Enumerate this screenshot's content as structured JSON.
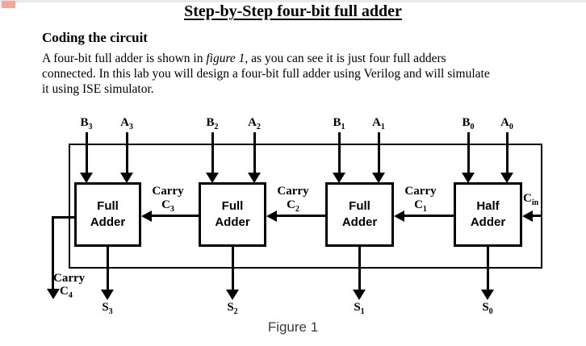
{
  "colors": {
    "ink": "#000000",
    "caption_text": "#3b3b3b",
    "page_background": "#ffffff",
    "top_border": "#e9e9e9",
    "corner_marker": "#f0a79d"
  },
  "page": {
    "title": "Step-by-Step four-bit full adder",
    "section_heading": "Coding the circuit",
    "paragraph_lines": [
      {
        "pre": "A four-bit full adder is shown in ",
        "italic": "figure 1,",
        "post": " as you can see it is just four full adders"
      },
      {
        "text": "connected. In this lab you will design a four-bit full adder using Verilog and will simulate"
      },
      {
        "text": "it using ISE simulator."
      }
    ],
    "figure_caption": "Figure 1"
  },
  "diagram": {
    "inputs": [
      {
        "base": "B",
        "sub": "3"
      },
      {
        "base": "A",
        "sub": "3"
      },
      {
        "base": "B",
        "sub": "2"
      },
      {
        "base": "A",
        "sub": "2"
      },
      {
        "base": "B",
        "sub": "1"
      },
      {
        "base": "A",
        "sub": "1"
      },
      {
        "base": "B",
        "sub": "0"
      },
      {
        "base": "A",
        "sub": "0"
      }
    ],
    "blocks": [
      {
        "line1": "Full",
        "line2": "Adder"
      },
      {
        "line1": "Full",
        "line2": "Adder"
      },
      {
        "line1": "Full",
        "line2": "Adder"
      },
      {
        "line1": "Half",
        "line2": "Adder"
      }
    ],
    "carry_labels": [
      {
        "word": "Carry",
        "base": "C",
        "sub": "3"
      },
      {
        "word": "Carry",
        "base": "C",
        "sub": "2"
      },
      {
        "word": "Carry",
        "base": "C",
        "sub": "1"
      }
    ],
    "carry_in": {
      "base": "C",
      "sub": "in"
    },
    "carry_out": {
      "word": "Carry",
      "base": "C",
      "sub": "4"
    },
    "sums": [
      {
        "base": "S",
        "sub": "3"
      },
      {
        "base": "S",
        "sub": "2"
      },
      {
        "base": "S",
        "sub": "1"
      },
      {
        "base": "S",
        "sub": "0"
      }
    ]
  }
}
